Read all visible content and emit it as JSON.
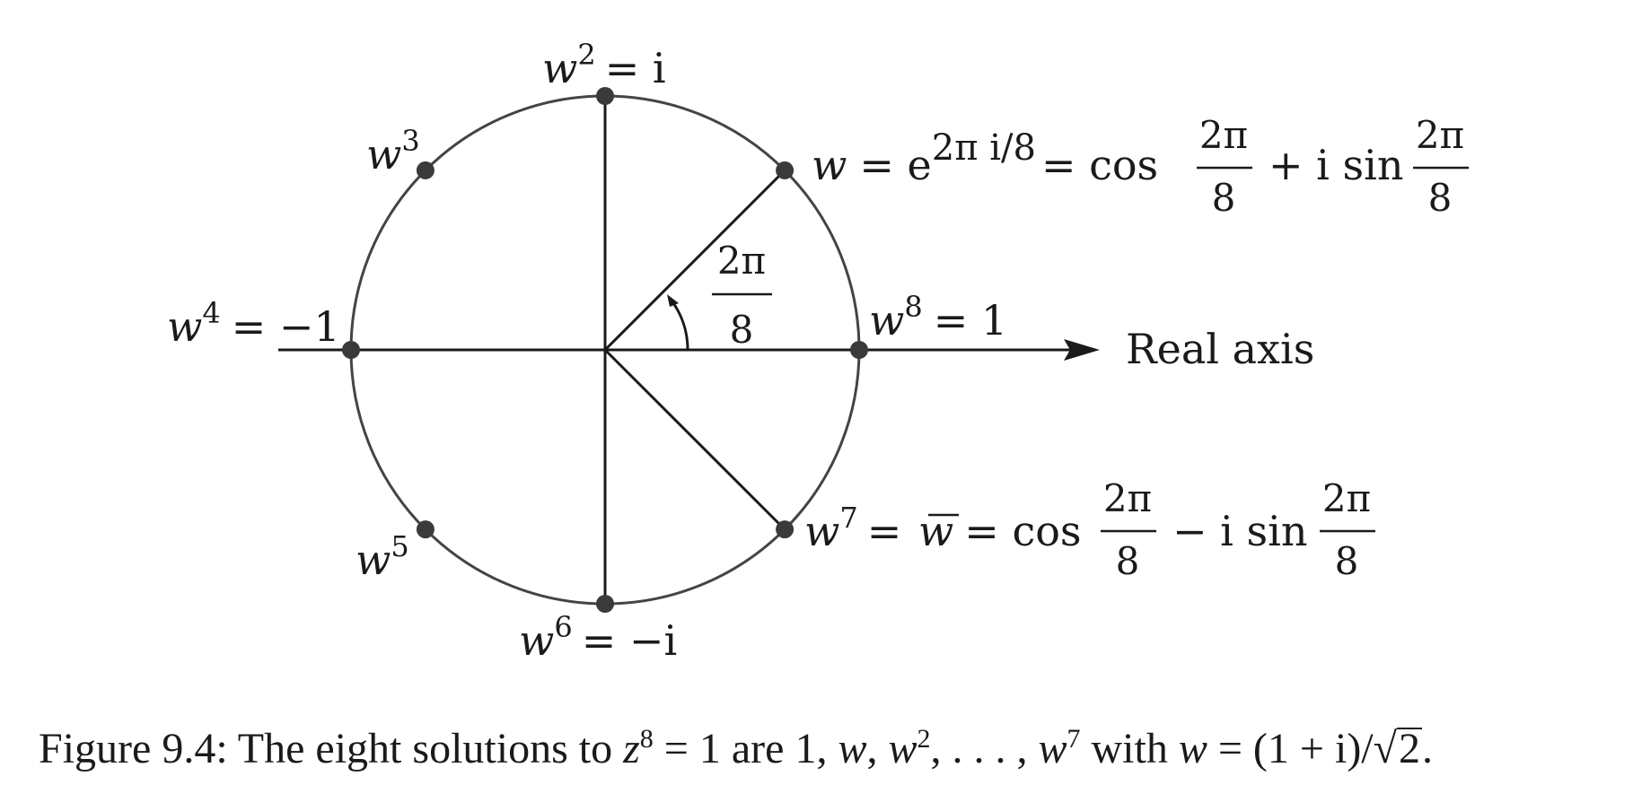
{
  "diagram": {
    "title_math": "z^8 = 1",
    "roots": [
      {
        "name": "w8",
        "label_base": "w",
        "label_exp": "8",
        "label_rest": "= 1",
        "angle_deg": 0
      },
      {
        "name": "w",
        "label_base": "w",
        "label_exp": "",
        "label_rest": "= e",
        "angle_deg": 45
      },
      {
        "name": "w2",
        "label_base": "w",
        "label_exp": "2",
        "label_rest": "= i",
        "angle_deg": 90
      },
      {
        "name": "w3",
        "label_base": "w",
        "label_exp": "3",
        "label_rest": "",
        "angle_deg": 135
      },
      {
        "name": "w4",
        "label_base": "w",
        "label_exp": "4",
        "label_rest": "= −1",
        "angle_deg": 180
      },
      {
        "name": "w5",
        "label_base": "w",
        "label_exp": "5",
        "label_rest": "",
        "angle_deg": 225
      },
      {
        "name": "w6",
        "label_base": "w",
        "label_exp": "6",
        "label_rest": "= −i",
        "angle_deg": 270
      },
      {
        "name": "w7",
        "label_base": "w",
        "label_exp": "7",
        "label_rest": "= ",
        "angle_deg": 315
      }
    ],
    "real_axis_label": "Real axis",
    "angle_label_num": "2π",
    "angle_label_den": "8",
    "w_exponent": "2π i/8",
    "w_rhs_cos": "= cos",
    "w_rhs_sin": "+ i sin",
    "w7_bar": "w",
    "w7_rhs_cos": "= cos",
    "w7_rhs_sin": "− i sin",
    "frac_num": "2π",
    "frac_den": "8"
  },
  "caption": {
    "prefix": "Figure 9.4: The eight solutions to ",
    "eq_base": "z",
    "eq_exp": "8",
    "eq_rest": " = 1 are 1, ",
    "list_w": "w",
    "list_w2_base": "w",
    "list_w2_exp": "2",
    "list_dots": ", . . . , ",
    "list_w7_base": "w",
    "list_w7_exp": "7",
    "with_text": " with ",
    "def_w": "w",
    "def_rest": " = (1 + i)/",
    "sqrt_arg": "2",
    "end": "."
  }
}
